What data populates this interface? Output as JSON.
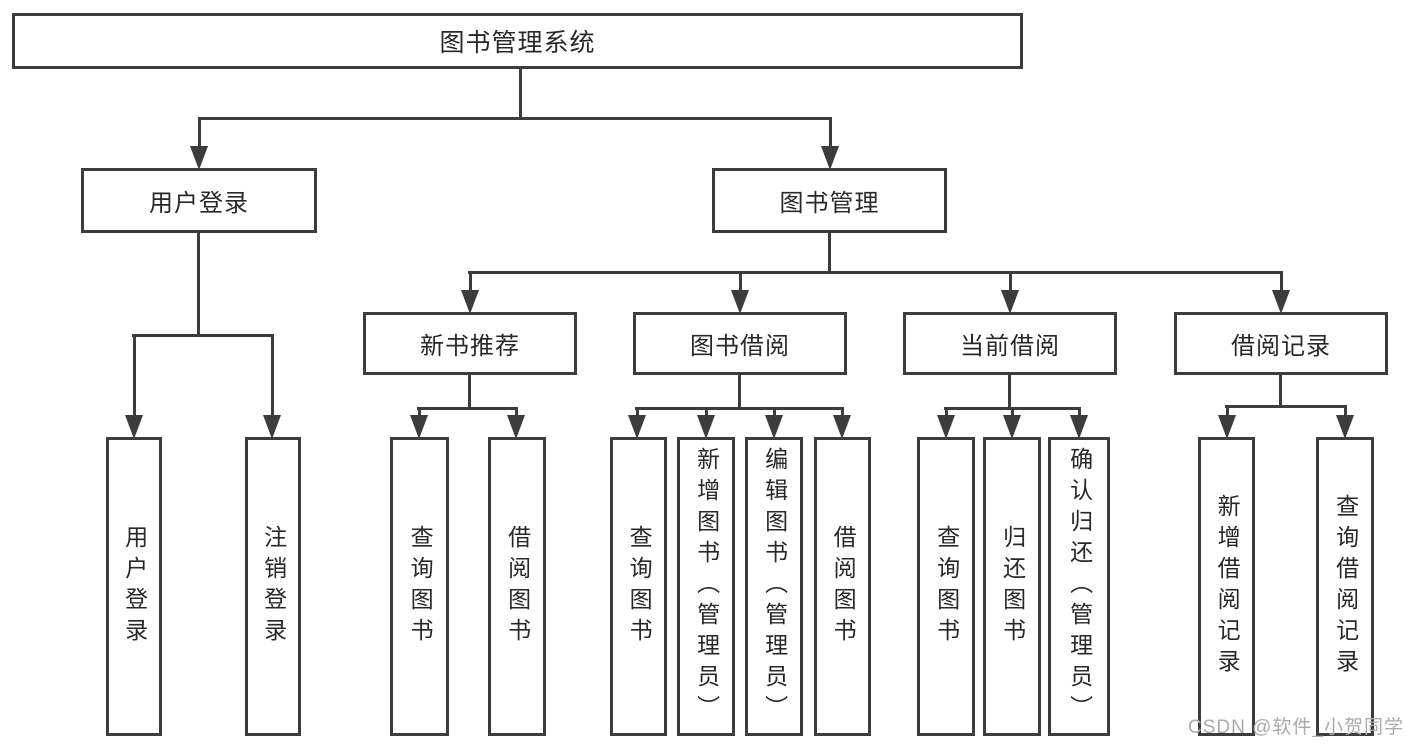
{
  "tree": {
    "label": "图书管理系统",
    "children": [
      {
        "label": "用户登录",
        "children": [
          {
            "label": "用户登录"
          },
          {
            "label": "注销登录"
          }
        ]
      },
      {
        "label": "图书管理",
        "children": [
          {
            "label": "新书推荐",
            "children": [
              {
                "label": "查询图书"
              },
              {
                "label": "借阅图书"
              }
            ]
          },
          {
            "label": "图书借阅",
            "children": [
              {
                "label": "查询图书"
              },
              {
                "label": "新增图书（管理员）"
              },
              {
                "label": "编辑图书（管理员）"
              },
              {
                "label": "借阅图书"
              }
            ]
          },
          {
            "label": "当前借阅",
            "children": [
              {
                "label": "查询图书"
              },
              {
                "label": "归还图书"
              },
              {
                "label": "确认归还（管理员）"
              }
            ]
          },
          {
            "label": "借阅记录",
            "children": [
              {
                "label": "新增借阅记录"
              },
              {
                "label": "查询借阅记录"
              }
            ]
          }
        ]
      }
    ]
  },
  "watermark": "CSDN @软件_小贺同学",
  "colors": {
    "line": "#3c3c3c",
    "text": "#282828",
    "background": "#ffffff",
    "watermark": "#ababab"
  }
}
